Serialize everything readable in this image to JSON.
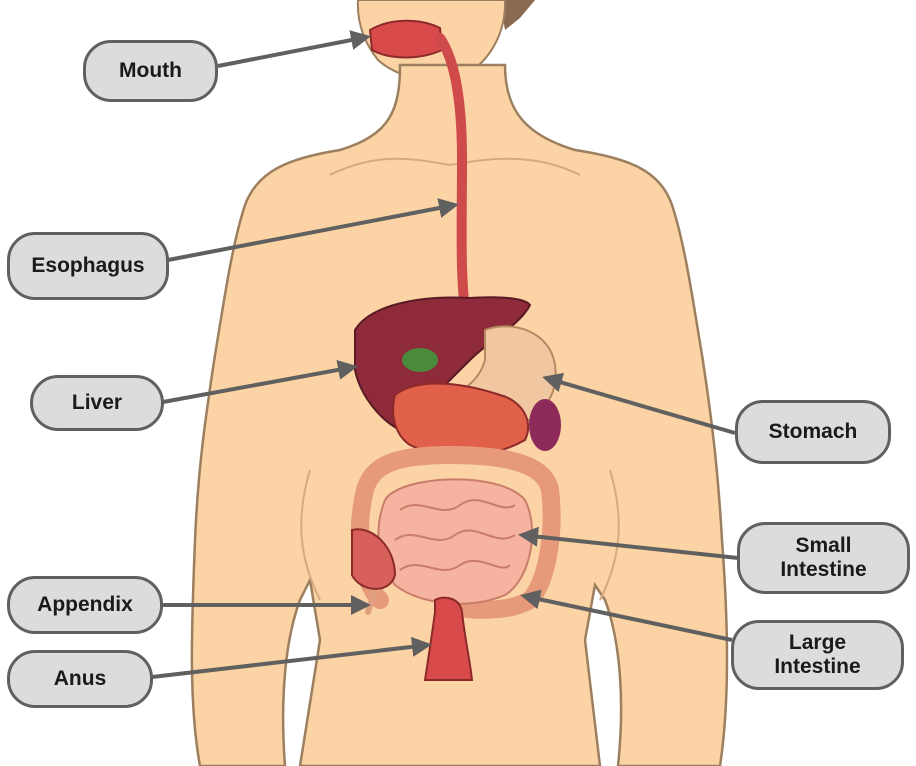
{
  "labels": {
    "mouth": "Mouth",
    "esophagus": "Esophagus",
    "liver": "Liver",
    "appendix": "Appendix",
    "anus": "Anus",
    "stomach": "Stomach",
    "small_intestine": "Small\nIntestine",
    "large_intestine": "Large\nIntestine"
  },
  "colors": {
    "skin": "#fbd3a4",
    "skin_outline": "#9c7f5f",
    "label_fill": "#dcdcdc",
    "label_border": "#606060",
    "arrow": "#606060",
    "liver": "#8e2a3a",
    "stomach": "#f0c7a0",
    "intestine": "#f6b3a0",
    "esophagus": "#cf4a4a",
    "hair": "#8a6a50"
  }
}
